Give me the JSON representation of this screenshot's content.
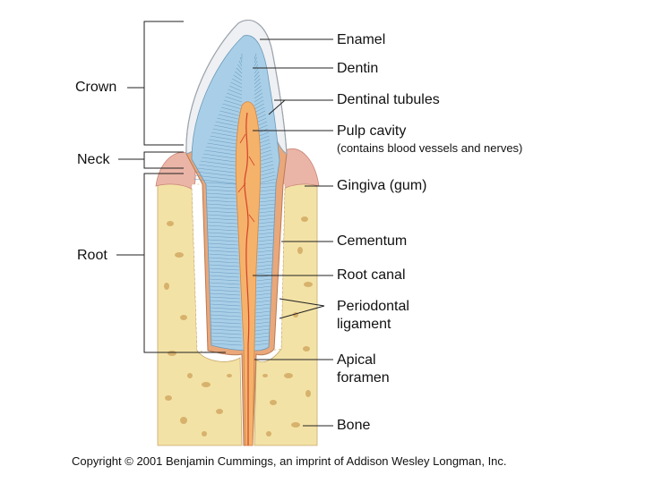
{
  "diagram": {
    "left_labels": {
      "crown": "Crown",
      "neck": "Neck",
      "root": "Root"
    },
    "right_labels": {
      "enamel": "Enamel",
      "dentin": "Dentin",
      "dentinal_tubules": "Dentinal tubules",
      "pulp_cavity": "Pulp cavity",
      "pulp_cavity_note": "(contains blood vessels and nerves)",
      "gingiva": "Gingiva (gum)",
      "cementum": "Cementum",
      "root_canal": "Root canal",
      "periodontal_ligament_1": "Periodontal",
      "periodontal_ligament_2": "ligament",
      "apical_foramen_1": "Apical",
      "apical_foramen_2": "foramen",
      "bone": "Bone"
    },
    "colors": {
      "bone": "#f3e2a6",
      "bone_spot": "#d7b26c",
      "gingiva": "#eab5a7",
      "enamel": "#eef0f3",
      "dentin": "#a9cfe8",
      "pulp": "#f5b26b",
      "cementum": "#e9a77a",
      "vessel": "#d2412a"
    }
  },
  "copyright": "Copyright © 2001 Benjamin Cummings, an imprint of Addison Wesley Longman, Inc."
}
